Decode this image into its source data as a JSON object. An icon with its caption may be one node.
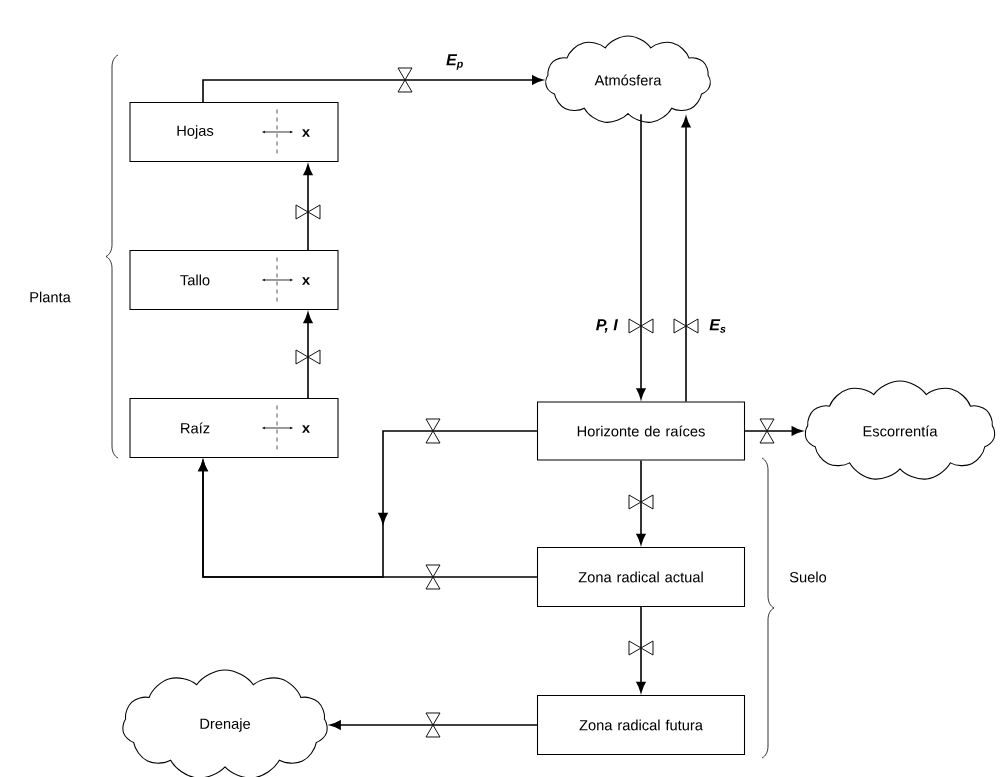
{
  "diagram": {
    "nodes": [
      {
        "text": [
          "Atmósfera"
        ]
      },
      {
        "text": [
          "Hojas",
          "x"
        ]
      },
      {
        "text": [
          "Tallo",
          "x"
        ]
      },
      {
        "text": [
          "Raíz",
          "x"
        ]
      },
      {
        "text": [
          "Horizonte de raíces"
        ]
      },
      {
        "text": [
          "Escorrentía"
        ]
      },
      {
        "text": [
          "Zona radical actual"
        ]
      },
      {
        "text": [
          "Zona radical futura"
        ]
      },
      {
        "text": [
          "Drenaje"
        ]
      }
    ],
    "edges": [
      {
        "from": 1,
        "to": 0,
        "arrow": "to",
        "label": "E$_{p}$"
      },
      {
        "from": 2,
        "to": 1,
        "arrow": "to"
      },
      {
        "from": 3,
        "to": 2,
        "arrow": "to"
      },
      {
        "from": 0,
        "to": 4,
        "arrow": "to",
        "label": "P, I"
      },
      {
        "from": 4,
        "to": 0,
        "arrow": "to",
        "label": "E$_{s}$"
      },
      {
        "from": 4,
        "to": 5,
        "arrow": "to"
      },
      {
        "from": 4,
        "to": 6,
        "arrow": "to"
      },
      {
        "from": 4,
        "to": 3,
        "arrow": "to"
      },
      {
        "from": 6,
        "to": 3,
        "arrow": "to"
      },
      {
        "from": 6,
        "to": 7,
        "arrow": "to"
      },
      {
        "from": 7,
        "to": 8,
        "arrow": "to"
      }
    ],
    "labels": [
      "Planta",
      "Suelo"
    ]
  }
}
